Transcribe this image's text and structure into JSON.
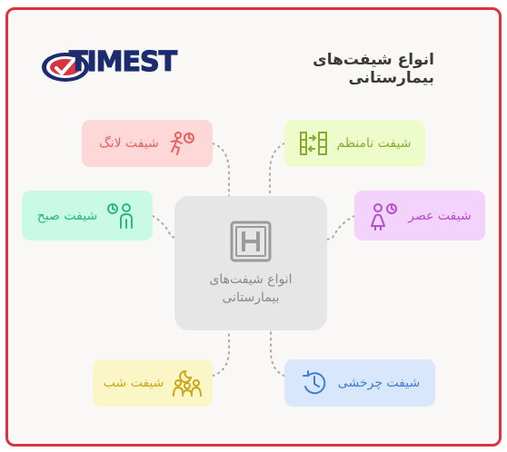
{
  "header": {
    "logo_text": "TIMEST",
    "title": "انواع شیفت‌های بیمارستانی"
  },
  "center": {
    "icon": "hospital-icon",
    "label": "انواع شیفت‌های بیمارستانی"
  },
  "shifts": [
    {
      "label": "شیفت لانگ",
      "icon": "running-person-clock-icon",
      "color": "#e8615f",
      "bg": "#fdd8d7"
    },
    {
      "label": "شیفت نامنظم",
      "icon": "irregular-blocks-icon",
      "color": "#8cab2e",
      "bg": "#eefccb"
    },
    {
      "label": "شیفت صبح",
      "icon": "person-morning-clock-icon",
      "color": "#2eb77e",
      "bg": "#c8fae6"
    },
    {
      "label": "شیفت عصر",
      "icon": "person-afternoon-clock-icon",
      "color": "#b351c9",
      "bg": "#f3d2fb"
    },
    {
      "label": "شیفت شب",
      "icon": "night-group-icon",
      "color": "#c9a81e",
      "bg": "#fbf6c6"
    },
    {
      "label": "شیفت چرخشی",
      "icon": "rotating-clock-icon",
      "color": "#3f7ed3",
      "bg": "#d9e7fc"
    }
  ]
}
